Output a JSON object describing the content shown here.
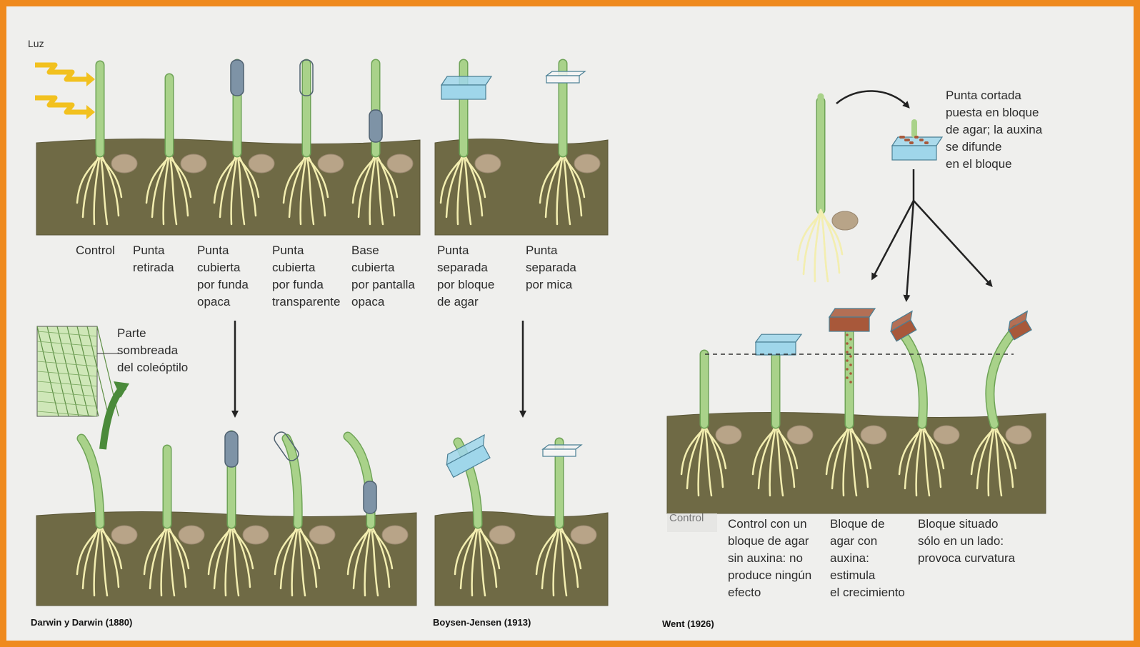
{
  "colors": {
    "frame": "#ef8a1e",
    "background": "#efefed",
    "soil": "#6f6a45",
    "stem": "#a9d28a",
    "stem_dark": "#6ea356",
    "root": "#f3eeb0",
    "seed": "#b8a488",
    "opaque_cap": "#7e93a6",
    "agar_block": "#9fd6ea",
    "mica": "#f5f5f5",
    "auxin_block": "#a8583a",
    "light_arrow": "#f2c11f",
    "arrow": "#222222"
  },
  "darwin": {
    "light_label": "Luz",
    "labels": [
      "Control",
      "Punta\nretirada",
      "Punta\ncubierta\npor funda\nopaca",
      "Punta\ncubierta\npor funda\ntransparente",
      "Base\ncubierta\npor pantalla\nopaca"
    ],
    "inset_label": "Parte\nsombreada\ndel coleóptilo",
    "credit": "Darwin y Darwin (1880)"
  },
  "boysen": {
    "labels": [
      "Punta\nseparada\npor bloque\nde agar",
      "Punta\nseparada\npor mica"
    ],
    "credit": "Boysen-Jensen (1913)"
  },
  "went": {
    "top_label": "Punta cortada\npuesta en bloque\nde agar; la auxina\nse difunde\nen el bloque",
    "control_label": "Control",
    "labels": [
      "Control con un\nbloque de agar\nsin auxina: no\nproduce ningún\nefecto",
      "Bloque de\nagar con\nauxina:\nestimula\nel crecimiento",
      "Bloque situado\nsólo en un lado:\nprovoca curvatura"
    ],
    "credit": "Went (1926)"
  }
}
